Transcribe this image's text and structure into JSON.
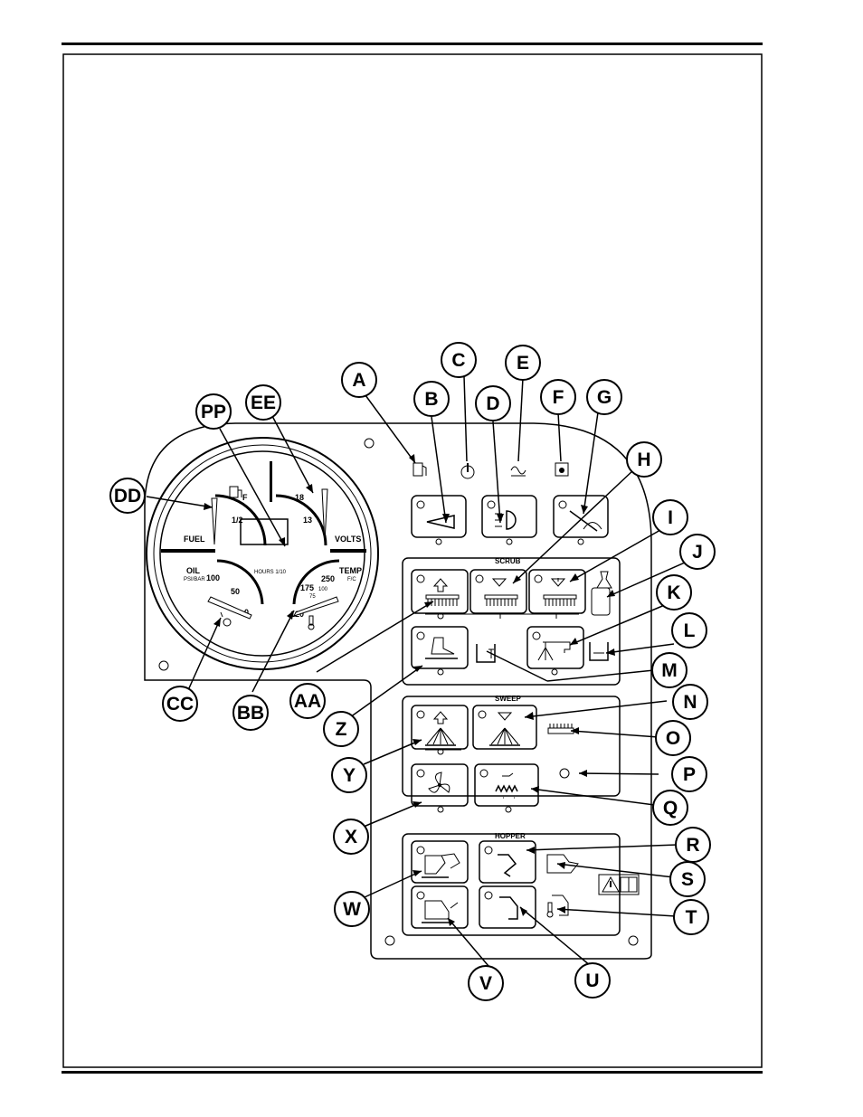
{
  "callouts": [
    "A",
    "B",
    "C",
    "D",
    "E",
    "F",
    "G",
    "H",
    "I",
    "J",
    "K",
    "L",
    "M",
    "N",
    "O",
    "P",
    "Q",
    "R",
    "S",
    "T",
    "U",
    "V",
    "W",
    "X",
    "Y",
    "Z",
    "AA",
    "BB",
    "CC",
    "DD",
    "EE",
    "PP"
  ],
  "gauge": {
    "fuel": "FUEL",
    "volts": "VOLTS",
    "oil": "OIL",
    "oil_unit": "PSI/BAR",
    "temp": "TEMP",
    "temp_unit": "F/C",
    "hours": "HOURS 1/10",
    "fuel_full": "F",
    "fuel_half": "1/2",
    "volts_18": "18",
    "volts_13": "13",
    "oil_100": "100",
    "oil_50": "50",
    "oil_0": "0",
    "temp_250": "250",
    "temp_175": "175",
    "temp_120": "120",
    "temp_100": "100",
    "temp_75": "75"
  },
  "sections": {
    "scrub": "SCRUB",
    "sweep": "SWEEP",
    "hopper": "HOPPER"
  },
  "icons": [
    "fuel-pump-icon",
    "horn-icon",
    "engine-temp-icon",
    "headlight-icon",
    "glow-plug-icon",
    "filter-icon",
    "wiper-icon",
    "brush-raise-icon",
    "brush-lower-icon",
    "brush-pressure-icon",
    "detergent-icon",
    "solution-icon",
    "recovery-tank-icon",
    "squeegee-icon",
    "tank-full-icon",
    "main-broom-icon",
    "side-broom-icon",
    "filter-clog-icon",
    "vacuum-fan-icon",
    "shaker-icon",
    "hopper-lift-icon",
    "hopper-door-icon",
    "hopper-temp-icon",
    "warning-icon",
    "manual-icon",
    "oil-can-icon",
    "thermometer-icon"
  ]
}
